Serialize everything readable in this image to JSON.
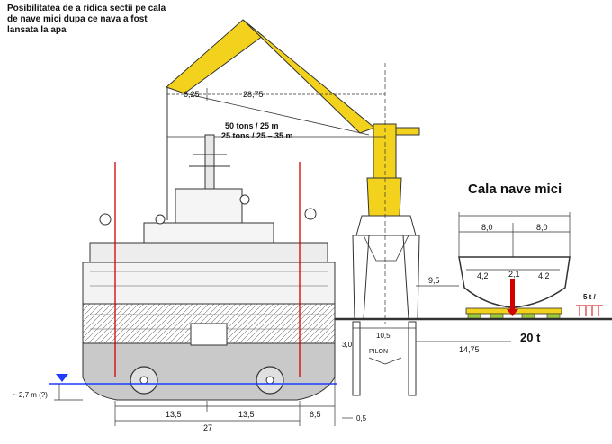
{
  "title": {
    "line1": "Posibilitatea de a ridica sectii pe cala",
    "line2": "de nave mici dupa ce nava a fost",
    "line3": "lansata la apa"
  },
  "heading_right": "Cala nave mici",
  "crane": {
    "dim_left": "6,25",
    "dim_right": "28,75",
    "capacity_line1": "50 tons /  25 m",
    "capacity_line2": "25 tons / 25 – 35 m"
  },
  "ship_dims": {
    "left_half": "13,5",
    "right_half": "13,5",
    "total": "27",
    "margin": "6,5",
    "draft": "~ 2,7 m (?)"
  },
  "quay": {
    "height": "3,0",
    "width": "10,5",
    "pilon": "PILON",
    "gap": "0,5",
    "offset": "9,5"
  },
  "slipway": {
    "width_left": "8,0",
    "width_right": "8,0",
    "sub1": "4,2",
    "sub2": "2,1",
    "sub3": "4,2",
    "distance": "14,75",
    "load_point": "20 t",
    "load_dist": "5 t /"
  },
  "colors": {
    "crane": "#f2d21c",
    "hull": "#c9c9c9",
    "red_line": "#d40000",
    "water": "#1e3cff",
    "base_green": "#9ec93a"
  }
}
